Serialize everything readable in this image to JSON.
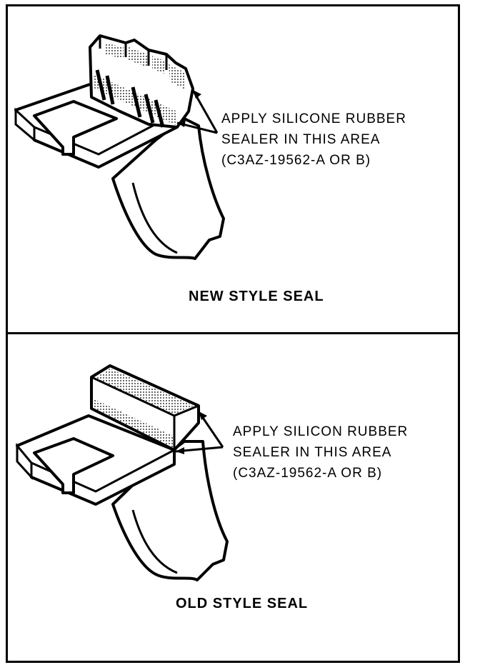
{
  "panels": [
    {
      "callout": [
        "APPLY SILICONE RUBBER",
        "SEALER IN THIS AREA",
        "(C3AZ-19562-A OR B)"
      ],
      "caption": "NEW STYLE SEAL"
    },
    {
      "callout": [
        "APPLY SILICON RUBBER",
        "SEALER IN THIS AREA",
        "(C3AZ-19562-A OR B)"
      ],
      "caption": "OLD STYLE SEAL"
    }
  ]
}
